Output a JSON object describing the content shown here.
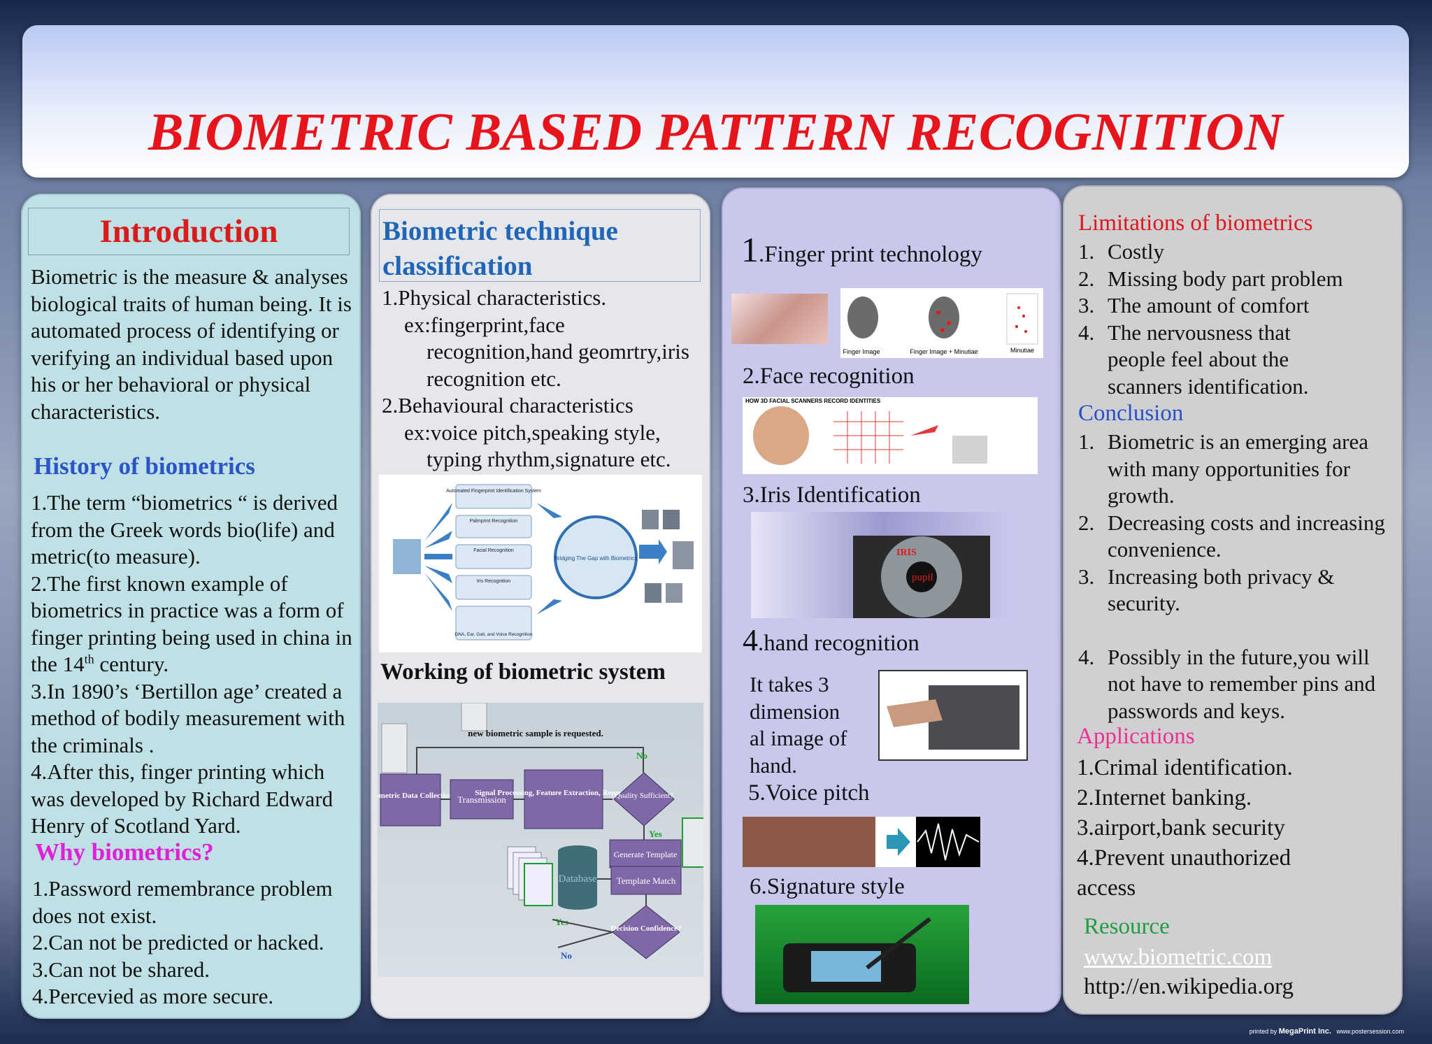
{
  "title": "BIOMETRIC BASED PATTERN RECOGNITION",
  "intro": {
    "heading": "Introduction",
    "text": "Biometric is the  measure & analyses biological traits of human being. It is automated process of identifying or verifying an individual based upon his or her behavioral or physical characteristics."
  },
  "history": {
    "heading": "History of biometrics",
    "p1": "1.The term “biometrics “ is derived from the Greek words bio(life) and metric(to measure).",
    "p2a": "2.The first known example of biometrics in practice was a form of finger printing being used in china in the 14",
    "p2sup": "th",
    "p2b": " century.",
    "p3": "3.In 1890’s ‘Bertillon age’ created a method of bodily measurement with the criminals .",
    "p4": "4.After this, finger printing which was developed by Richard Edward Henry of Scotland Yard."
  },
  "why": {
    "heading": "Why biometrics?",
    "items": [
      "1.Password remembrance problem does not exist.",
      "2.Can not be predicted or hacked.",
      "3.Can not be shared.",
      "4.Percevied as more secure."
    ]
  },
  "classification": {
    "heading": "Biometric technique classification",
    "l1": "1.Physical characteristics.",
    "l2": "ex:fingerprint,face",
    "l3": "recognition,hand geomrtry,iris recognition etc.",
    "l4": "2.Behavioural characteristics",
    "l5": "ex:voice pitch,speaking  style,",
    "l6": "typing rhythm,signature etc."
  },
  "diagram1": {
    "boxes": [
      "Automated Fingerprint Identification System",
      "Palmprint Recognition",
      "Facial Recognition",
      "Iris Recognition",
      "DNA, Ear, Gait, and Voice Recognition"
    ],
    "circle_text": "Bridging The Gap with Biometrics"
  },
  "working": {
    "heading": "Working of biometric system",
    "labels": {
      "request": "new biometric sample is requested.",
      "collection": "Biometric Data Collection",
      "transmission": "Transmission",
      "signal": "Signal Processing, Feature Extraction, Representation",
      "quality": "Quality Sufficient?",
      "no1": "No",
      "yes1": "Yes",
      "generate": "Generate Template",
      "database": "Database",
      "match": "Template Match",
      "decision": "Decision Confidence?",
      "yes2": "Yes",
      "no2": "No"
    }
  },
  "technologies": {
    "t1_num": "1",
    "t1": ".Finger print technology",
    "fp_captions": [
      "Finger Image",
      "Finger Image + Minutiae",
      "Minutiae"
    ],
    "t2": "2.Face recognition",
    "face_caption": "HOW 3D FACIAL SCANNERS RECORD IDENTITIES",
    "t3": "3.Iris Identification",
    "iris_label": "IRIS",
    "pupil_label": "pupil",
    "t4_num": "4",
    "t4": ".hand recognition",
    "hand_text": "It takes 3 dimension al image of hand.",
    "t5": "5.Voice pitch",
    "t6": "6.Signature style"
  },
  "limitations": {
    "heading": "Limitations of biometrics",
    "items": [
      "Costly",
      "Missing body part problem",
      "The amount of comfort",
      "The nervousness that people feel about the scanners identification."
    ]
  },
  "conclusion": {
    "heading": "Conclusion",
    "items": [
      {
        "n": "1.",
        "t": "Biometric is an emerging area with many opportunities for growth."
      },
      {
        "n": "2.",
        "t": "Decreasing costs and increasing convenience."
      },
      {
        "n": "3.",
        "t": "Increasing both privacy & security."
      },
      {
        "n": "4.",
        "t": "Possibly in the future,you  will not have to remember pins and passwords and keys."
      }
    ]
  },
  "applications": {
    "heading": "Applications",
    "items": [
      "1.Crimal identification.",
      "2.Internet banking.",
      "3.airport,bank security",
      "4.Prevent unauthorized access"
    ]
  },
  "resource": {
    "heading": "Resource",
    "link1": "www.biometric.com",
    "link2": "http://en.wikipedia.org"
  },
  "footer": {
    "printed_by": "printed by",
    "company": "MegaPrint Inc.",
    "site": "www.postersession.com"
  },
  "colors": {
    "title_red": "#e8141c",
    "intro_panel": "#bfe0e4",
    "class_panel": "#e6e7eb",
    "tech_panel": "#c9c7ec",
    "limit_panel": "#d0d0d3",
    "flow_box": "#8068a8"
  }
}
